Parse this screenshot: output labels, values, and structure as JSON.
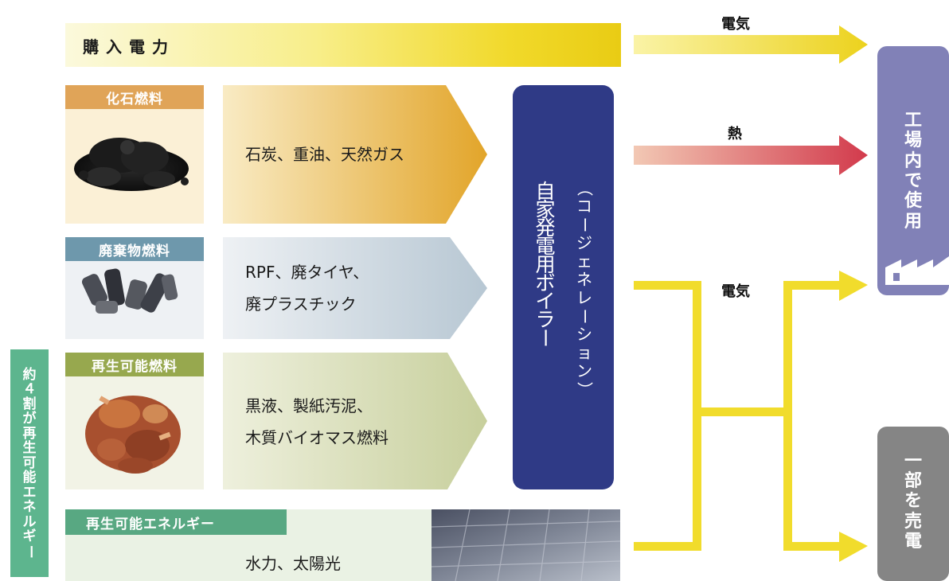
{
  "purchase": {
    "label": "購入電力"
  },
  "fuels": [
    {
      "label": "化石燃料",
      "lines": [
        "石炭、重油、天然ガス"
      ]
    },
    {
      "label": "廃棄物燃料",
      "lines": [
        "RPF、廃タイヤ、",
        "廃プラスチック"
      ]
    },
    {
      "label": "再生可能燃料",
      "lines": [
        "黒液、製紙汚泥、",
        "木質バイオマス燃料"
      ]
    }
  ],
  "renewable": {
    "label": "再生可能エネルギー",
    "text": "水力、太陽光"
  },
  "boiler": {
    "main": "自家発電用ボイラー",
    "sub": "（コージェネレーション）"
  },
  "flows": {
    "electricity_top": "電気",
    "heat": "熱",
    "electricity_bottom": "電気"
  },
  "destinations": {
    "factory": "工場内で使用",
    "sell": "一部を売電"
  },
  "side_band": "約４割が再生可能エネルギー",
  "colors": {
    "fossil_label": "#e0a458",
    "fossil_arrow": "#e2a52a",
    "waste_label": "#6e98ac",
    "waste_arrow": "#b9c8d4",
    "renew_label": "#97a84e",
    "renew_arrow": "#c7cf9c",
    "renew_energy_label": "#58a882",
    "boiler": "#2f3a86",
    "electric": "#f1d92a",
    "heat": "#cc3146",
    "factory": "#8181b7",
    "sell": "#858585",
    "side_band": "#5db58e"
  },
  "icons": [
    "coal-image",
    "tire-chips-image",
    "wood-chips-image",
    "solar-panel-image",
    "factory-icon"
  ]
}
